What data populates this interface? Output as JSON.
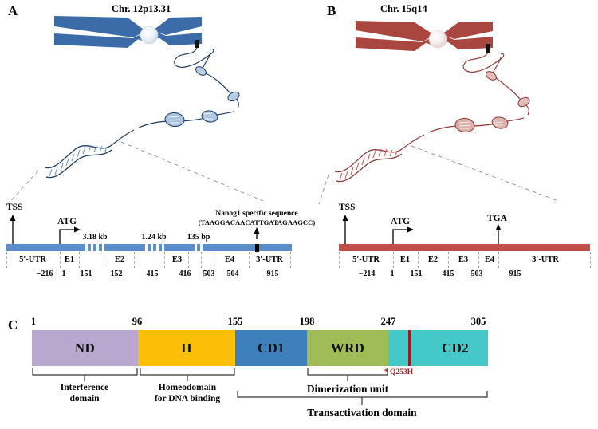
{
  "panels": {
    "a": {
      "letter": "A",
      "chromosome_title": "Chr. 12p13.31",
      "chromosome_color": "#3c6ca8",
      "bar_color": "#5b8fcb",
      "markers": {
        "tss": "TSS",
        "atg": "ATG"
      },
      "introns": [
        {
          "label": "3.18 kb"
        },
        {
          "label": "1.24 kb"
        },
        {
          "label": "135 bp"
        }
      ],
      "specific_sequence": {
        "title": "Nanog1 specific sequence",
        "sequence": "(TAAGGACAACATTGATAGAAGCC)"
      },
      "regions": [
        "5′-UTR",
        "E1",
        "E2",
        "E3",
        "E4",
        "3′-UTR"
      ],
      "coordinates": [
        "−216",
        "1",
        "151",
        "152",
        "415",
        "416",
        "503",
        "504",
        "915"
      ]
    },
    "b": {
      "letter": "B",
      "chromosome_title": "Chr. 15q14",
      "chromosome_color": "#a8463f",
      "bar_color": "#bf4f48",
      "markers": {
        "tss": "TSS",
        "atg": "ATG",
        "tga": "TGA"
      },
      "regions": [
        "5′-UTR",
        "E1",
        "E2",
        "E3",
        "E4",
        "3′-UTR"
      ],
      "coordinates": [
        "−214",
        "1",
        "151",
        "415",
        "503",
        "915"
      ]
    },
    "c": {
      "letter": "C",
      "boundaries": [
        "1",
        "96",
        "155",
        "198",
        "247",
        "305"
      ],
      "domains": [
        {
          "label": "ND",
          "color": "#b8a8cf"
        },
        {
          "label": "H",
          "color": "#fbbf07"
        },
        {
          "label": "CD1",
          "color": "#3d80bb"
        },
        {
          "label": "WRD",
          "color": "#9fbc56"
        },
        {
          "label": "CD2",
          "color": "#45c8c8"
        }
      ],
      "mutation": {
        "label": "* Q253H",
        "color": "#9b1b1e"
      },
      "braces": [
        {
          "label": "Interference\ndomain"
        },
        {
          "label": "Homeodomain\nfor DNA binding"
        },
        {
          "label": "Dimerization unit"
        },
        {
          "label": "Transactivation domain"
        }
      ]
    }
  }
}
